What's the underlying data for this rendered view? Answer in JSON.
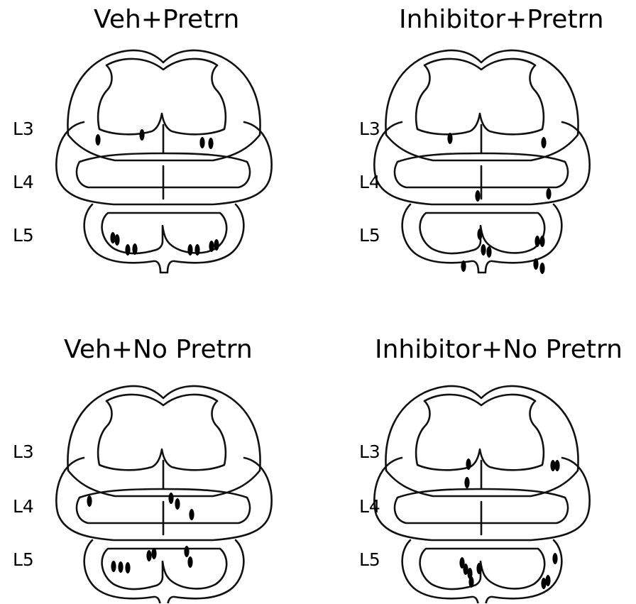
{
  "panels": [
    {
      "title": "Veh+Pretrn",
      "segments": [
        "L3",
        "L4",
        "L5"
      ],
      "cells": {
        "L3": [
          [
            138,
            197
          ],
          [
            200,
            190
          ],
          [
            285,
            201
          ],
          [
            297,
            202
          ]
        ],
        "L4": [],
        "L5": [
          [
            159,
            335
          ],
          [
            165,
            338
          ],
          [
            180,
            352
          ],
          [
            190,
            351
          ],
          [
            268,
            352
          ],
          [
            278,
            352
          ],
          [
            298,
            347
          ],
          [
            305,
            345
          ]
        ]
      }
    },
    {
      "title": "Inhibitor+Pretrn",
      "segments": [
        "L3",
        "L4",
        "L5"
      ],
      "cells": {
        "L3": [
          [
            186,
            195
          ],
          [
            318,
            201
          ]
        ],
        "L4": [
          [
            225,
            276
          ],
          [
            325,
            273
          ]
        ],
        "L5": [
          [
            228,
            330
          ],
          [
            233,
            352
          ],
          [
            241,
            355
          ],
          [
            205,
            375
          ],
          [
            309,
            340
          ],
          [
            316,
            340
          ],
          [
            307,
            372
          ],
          [
            316,
            378
          ]
        ]
      }
    },
    {
      "title": "Veh+No Pretrn",
      "segments": [
        "L3",
        "L4",
        "L5"
      ],
      "cells": {
        "L3": [],
        "L4": [
          [
            126,
            286
          ],
          [
            241,
            282
          ],
          [
            250,
            290
          ],
          [
            270,
            305
          ]
        ],
        "L5": [
          [
            160,
            378
          ],
          [
            170,
            379
          ],
          [
            180,
            380
          ],
          [
            210,
            363
          ],
          [
            217,
            360
          ],
          [
            263,
            357
          ],
          [
            268,
            372
          ]
        ]
      }
    },
    {
      "title": "Inhibitor+No Pretrn",
      "segments": [
        "L3",
        "L4",
        "L5"
      ],
      "cells": {
        "L3": [
          [
            212,
            234
          ],
          [
            331,
            236
          ],
          [
            337,
            236
          ]
        ],
        "L4": [
          [
            210,
            260
          ]
        ],
        "L5": [
          [
            203,
            373
          ],
          [
            208,
            382
          ],
          [
            214,
            388
          ],
          [
            216,
            400
          ],
          [
            227,
            381
          ],
          [
            334,
            367
          ],
          [
            324,
            398
          ],
          [
            318,
            402
          ]
        ]
      }
    }
  ]
}
